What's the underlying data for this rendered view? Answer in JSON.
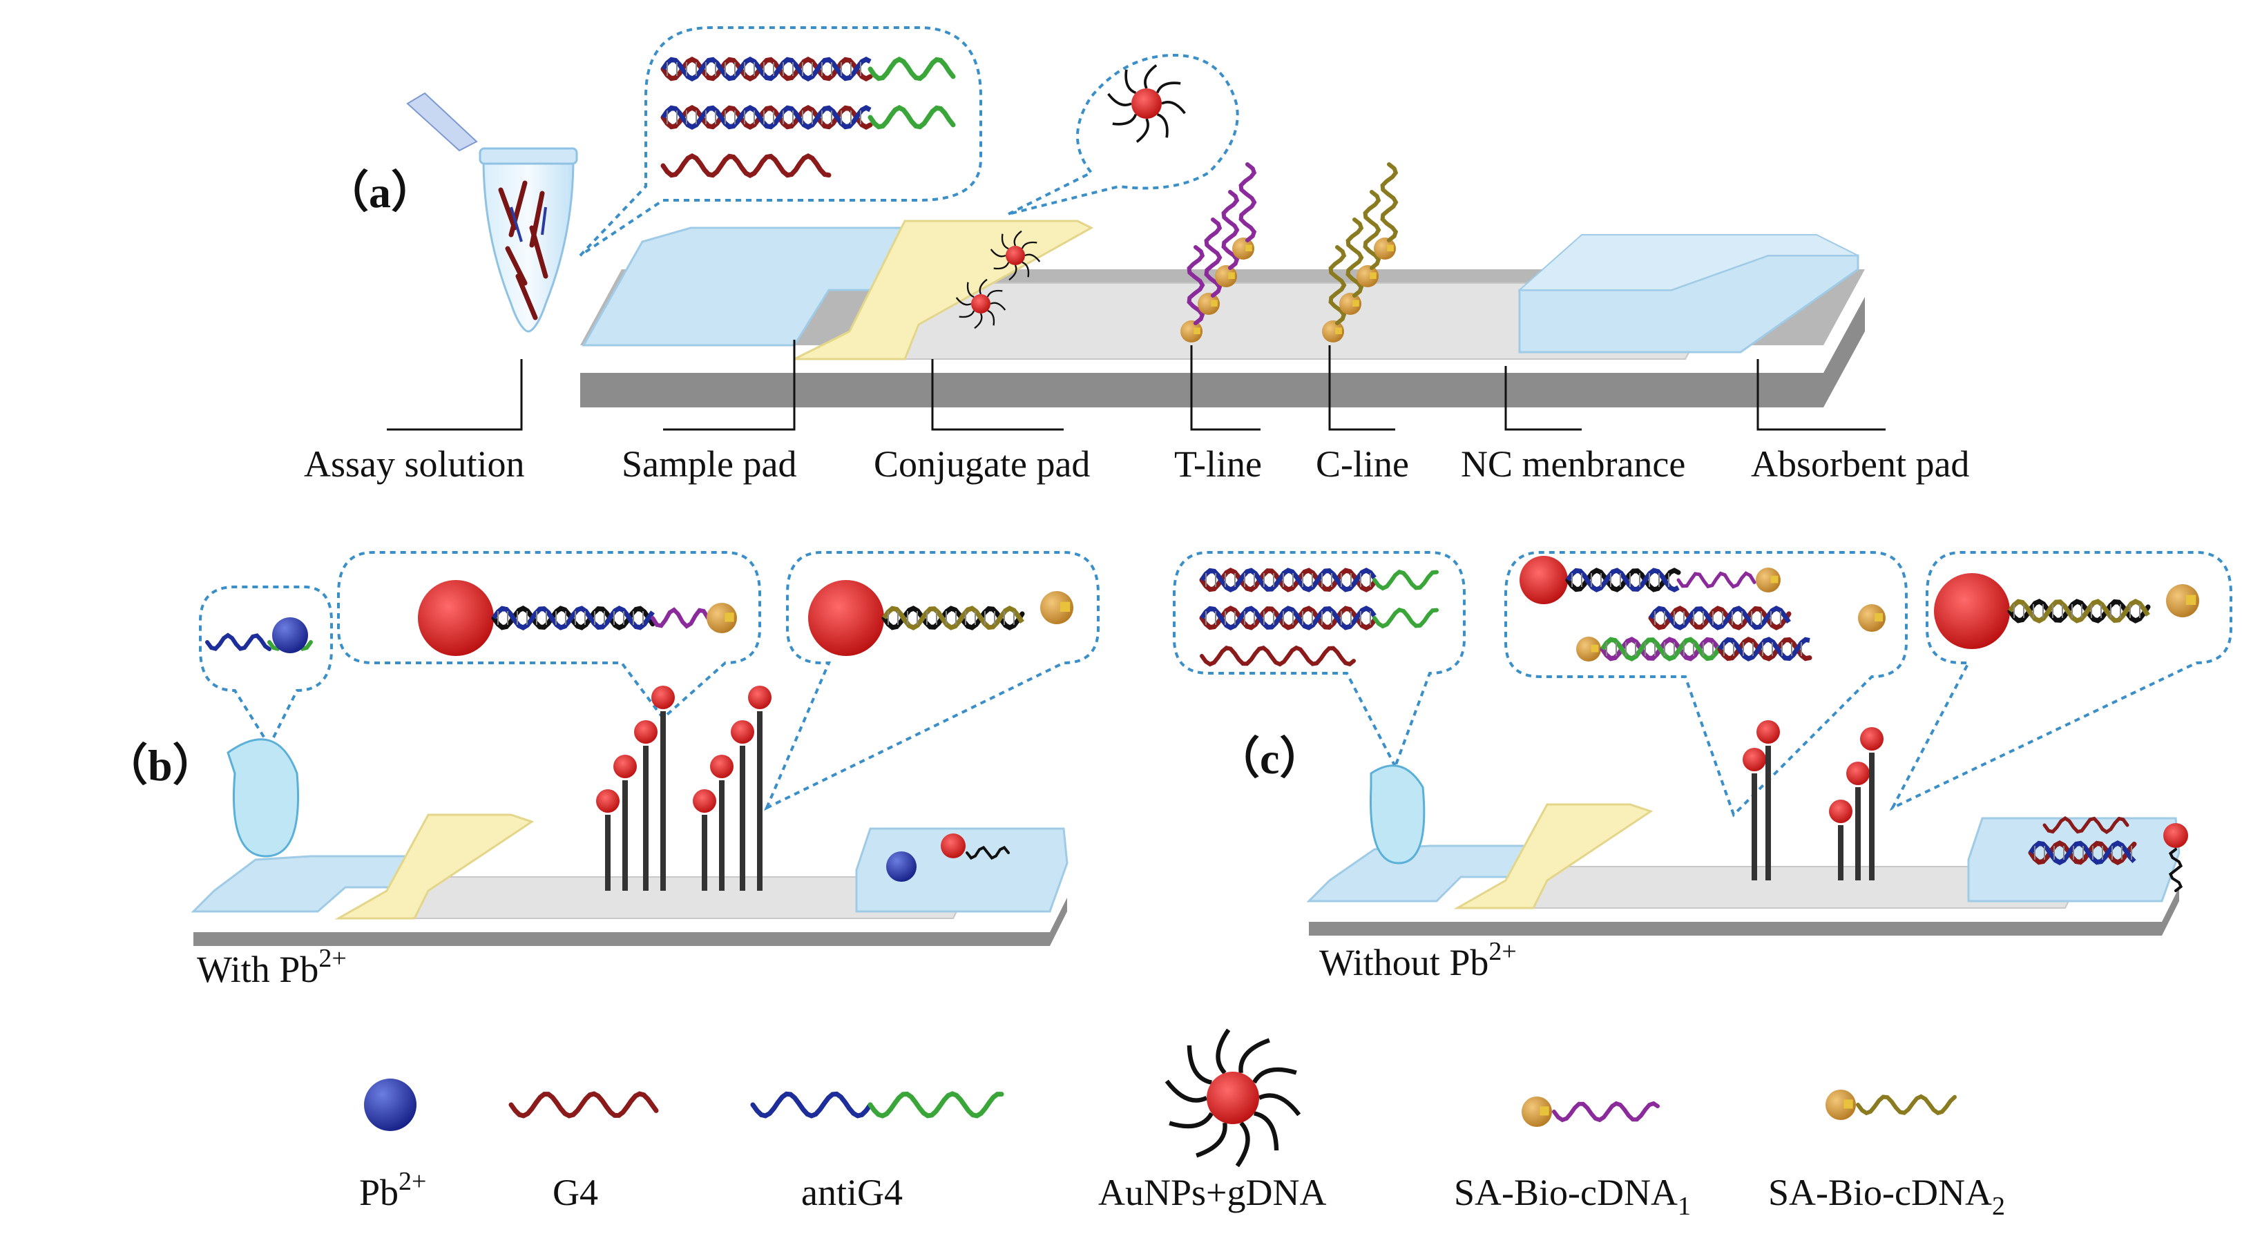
{
  "panel_a": {
    "label": "（a）",
    "labels": {
      "assay": "Assay solution",
      "sample": "Sample pad",
      "conjugate": "Conjugate  pad",
      "tline": "T-line",
      "cline": "C-line",
      "nc": "NC menbrance",
      "absorbent": "Absorbent pad"
    }
  },
  "panel_b": {
    "label": "（b）",
    "caption_text": "With Pb",
    "caption_sup": "2+"
  },
  "panel_c": {
    "label": "（c）",
    "caption_text": "Without Pb",
    "caption_sup": "2+"
  },
  "legend": {
    "pb_text": "Pb",
    "pb_sup": "2+",
    "g4": "G4",
    "antig4": "antiG4",
    "aunp": "AuNPs+gDNA",
    "cdna1_text": "SA-Bio-cDNA",
    "cdna1_sub": "1",
    "cdna2_text": "SA-Bio-cDNA",
    "cdna2_sub": "2"
  },
  "colors": {
    "pad_blue": "#c9e4f4",
    "conjugate_yellow": "#f8f0b8",
    "membrane_grey": "#e2e2e2",
    "base_dark": "#8a8a8a",
    "gold_np": "#e0191a",
    "g4_strand": "#8b1a1a",
    "anti_blue": "#1d2e9a",
    "anti_green": "#3aa63a",
    "cdna1_purple": "#8b2a9a",
    "cdna2_olive": "#8a7a20",
    "sa_gold": "#d39a3a",
    "pb_ion": "#2433a8",
    "callout": "#3a8fc8"
  }
}
